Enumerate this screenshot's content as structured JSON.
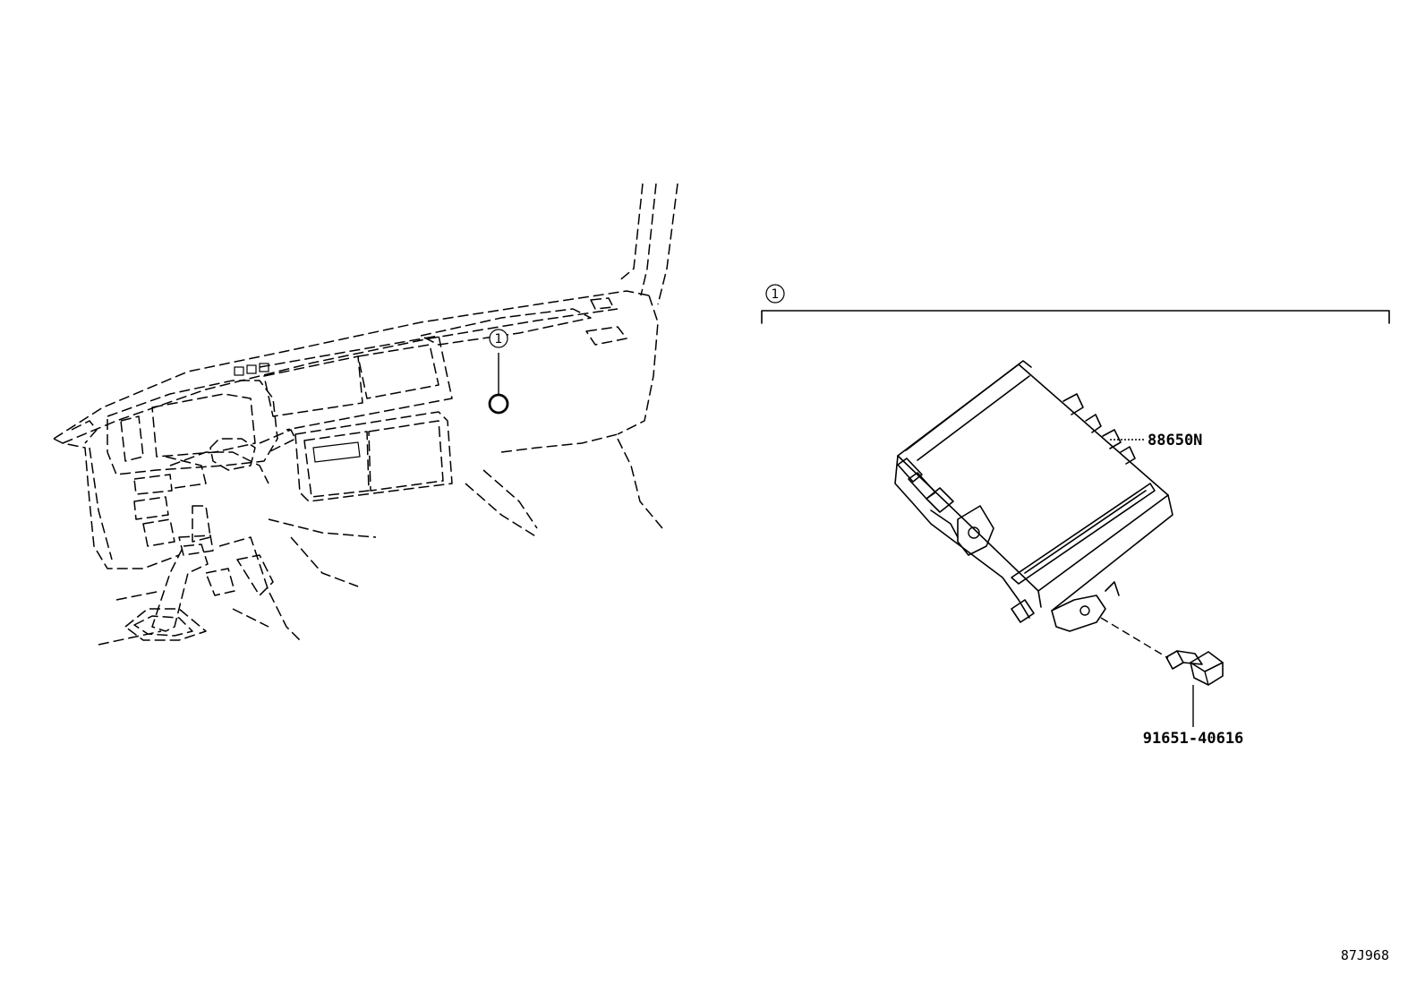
{
  "callout_index": "1",
  "parts": {
    "ecu": {
      "number": "88650N"
    },
    "bolt": {
      "number": "91651-40616"
    }
  },
  "illustration_code": "87J968"
}
